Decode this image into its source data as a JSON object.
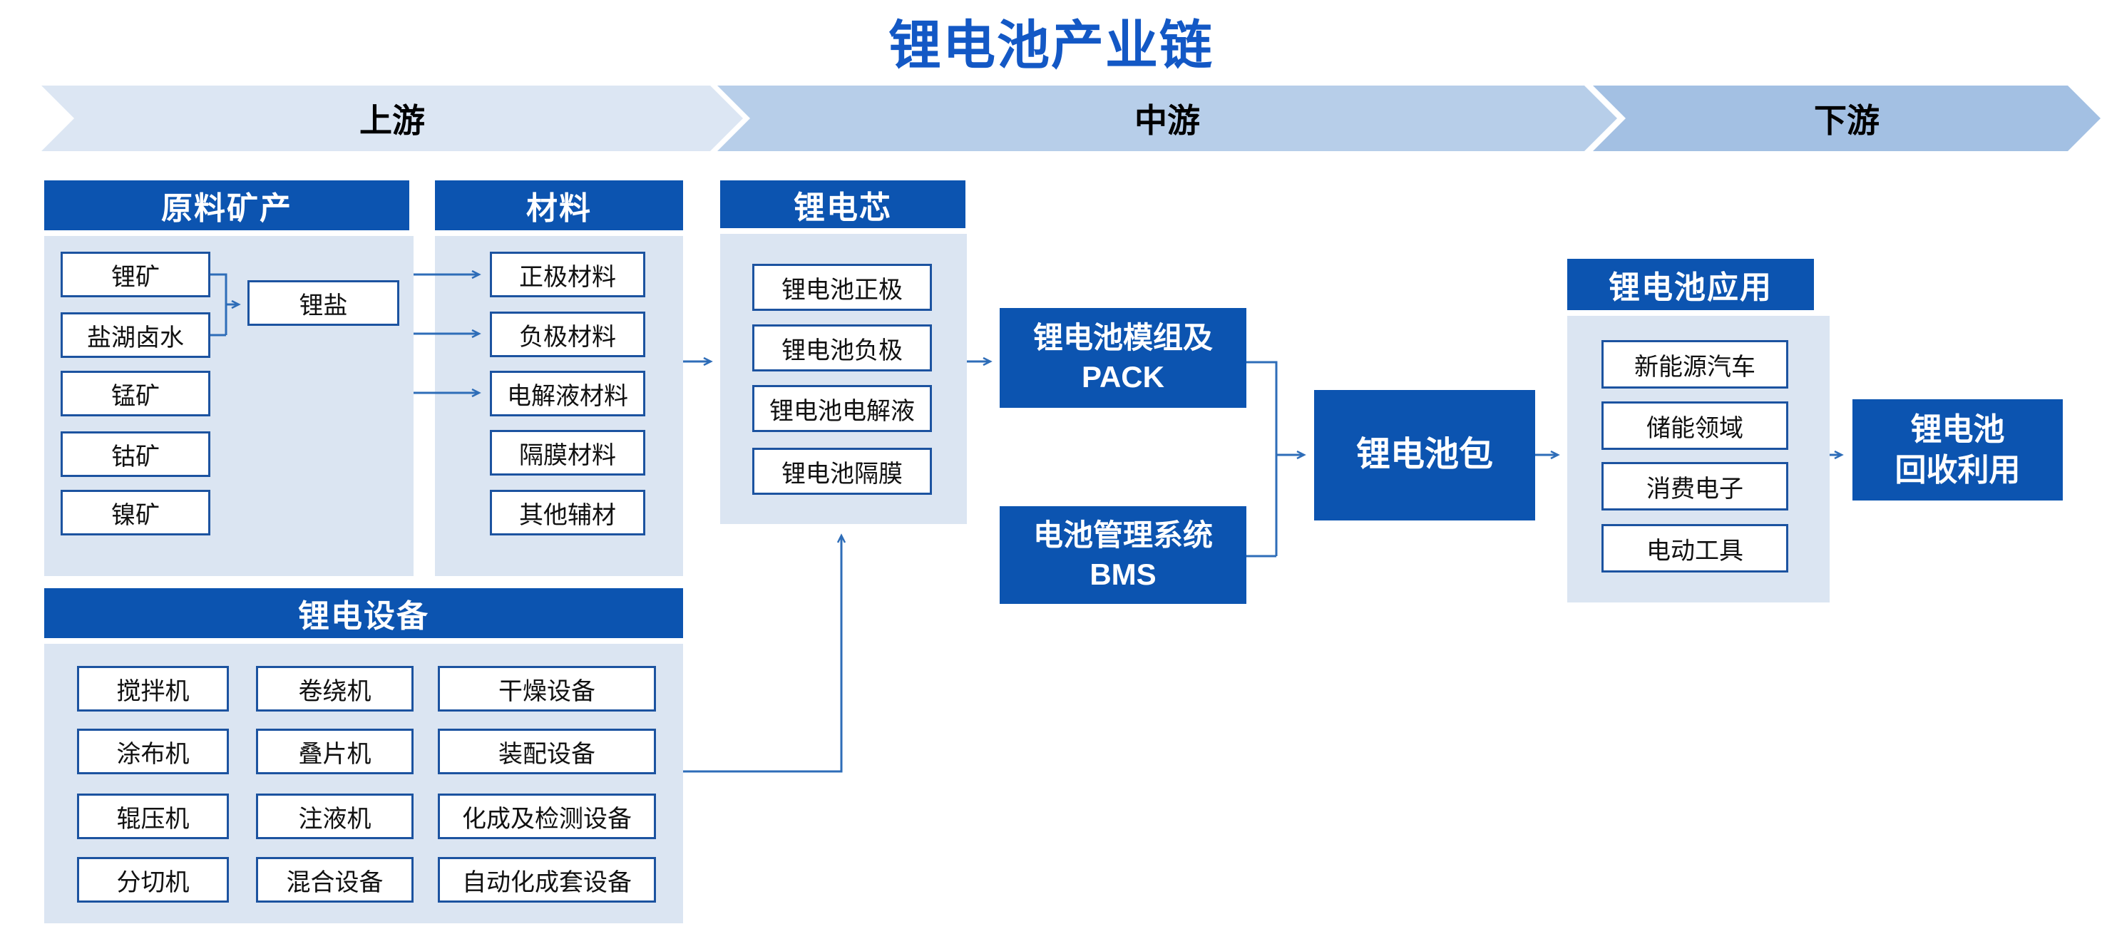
{
  "title": "锂电池产业链",
  "stages": [
    {
      "label": "上游"
    },
    {
      "label": "中游"
    },
    {
      "label": "下游"
    }
  ],
  "groups": {
    "raw_minerals": {
      "title": "原料矿产",
      "items": [
        "锂矿",
        "盐湖卤水",
        "锰矿",
        "钴矿",
        "镍矿"
      ],
      "derived": "锂盐"
    },
    "materials": {
      "title": "材料",
      "items": [
        "正极材料",
        "负极材料",
        "电解液材料",
        "隔膜材料",
        "其他辅材"
      ]
    },
    "cell": {
      "title": "锂电芯",
      "items": [
        "锂电池正极",
        "锂电池负极",
        "锂电池电解液",
        "锂电池隔膜"
      ]
    },
    "equipment": {
      "title": "锂电设备",
      "items": [
        "搅拌机",
        "卷绕机",
        "干燥设备",
        "涂布机",
        "叠片机",
        "装配设备",
        "辊压机",
        "注液机",
        "化成及检测设备",
        "分切机",
        "混合设备",
        "自动化成套设备"
      ]
    },
    "applications": {
      "title": "锂电池应用",
      "items": [
        "新能源汽车",
        "储能领域",
        "消费电子",
        "电动工具"
      ]
    }
  },
  "nodes": {
    "module_pack": {
      "line1": "锂电池模组及",
      "line2": "PACK"
    },
    "bms": {
      "line1": "电池管理系统",
      "line2": "BMS"
    },
    "battery_pack": {
      "label": "锂电池包"
    },
    "recycling": {
      "line1": "锂电池",
      "line2": "回收利用"
    }
  },
  "colors": {
    "header_blue": "#0c54b0",
    "panel_blue": "#dbe5f2",
    "chevron_upstream": "#dce6f3",
    "chevron_midstream": "#b7cee9",
    "chevron_downstream": "#a3c0e3",
    "title_blue": "#1358c5",
    "box_border_blue": "#1c53a0",
    "connector_blue": "#2e6db8"
  }
}
